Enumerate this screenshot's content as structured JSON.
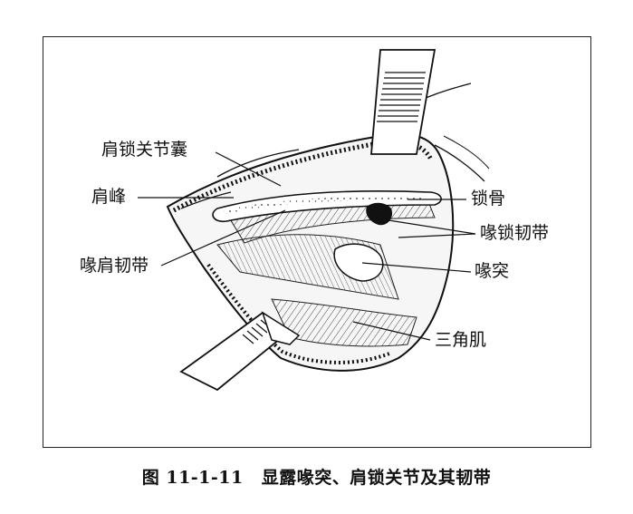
{
  "labels": {
    "ac_capsule": "肩锁关节囊",
    "acromion": "肩峰",
    "coracoacromial_ligament": "喙肩韧带",
    "clavicle": "锁骨",
    "coracoclavicular_ligament": "喙锁韧带",
    "coracoid": "喙突",
    "deltoid": "三角肌"
  },
  "caption": {
    "figure_number": "图 11-1-11",
    "title": "显露喙突、肩锁关节及其韧带"
  }
}
